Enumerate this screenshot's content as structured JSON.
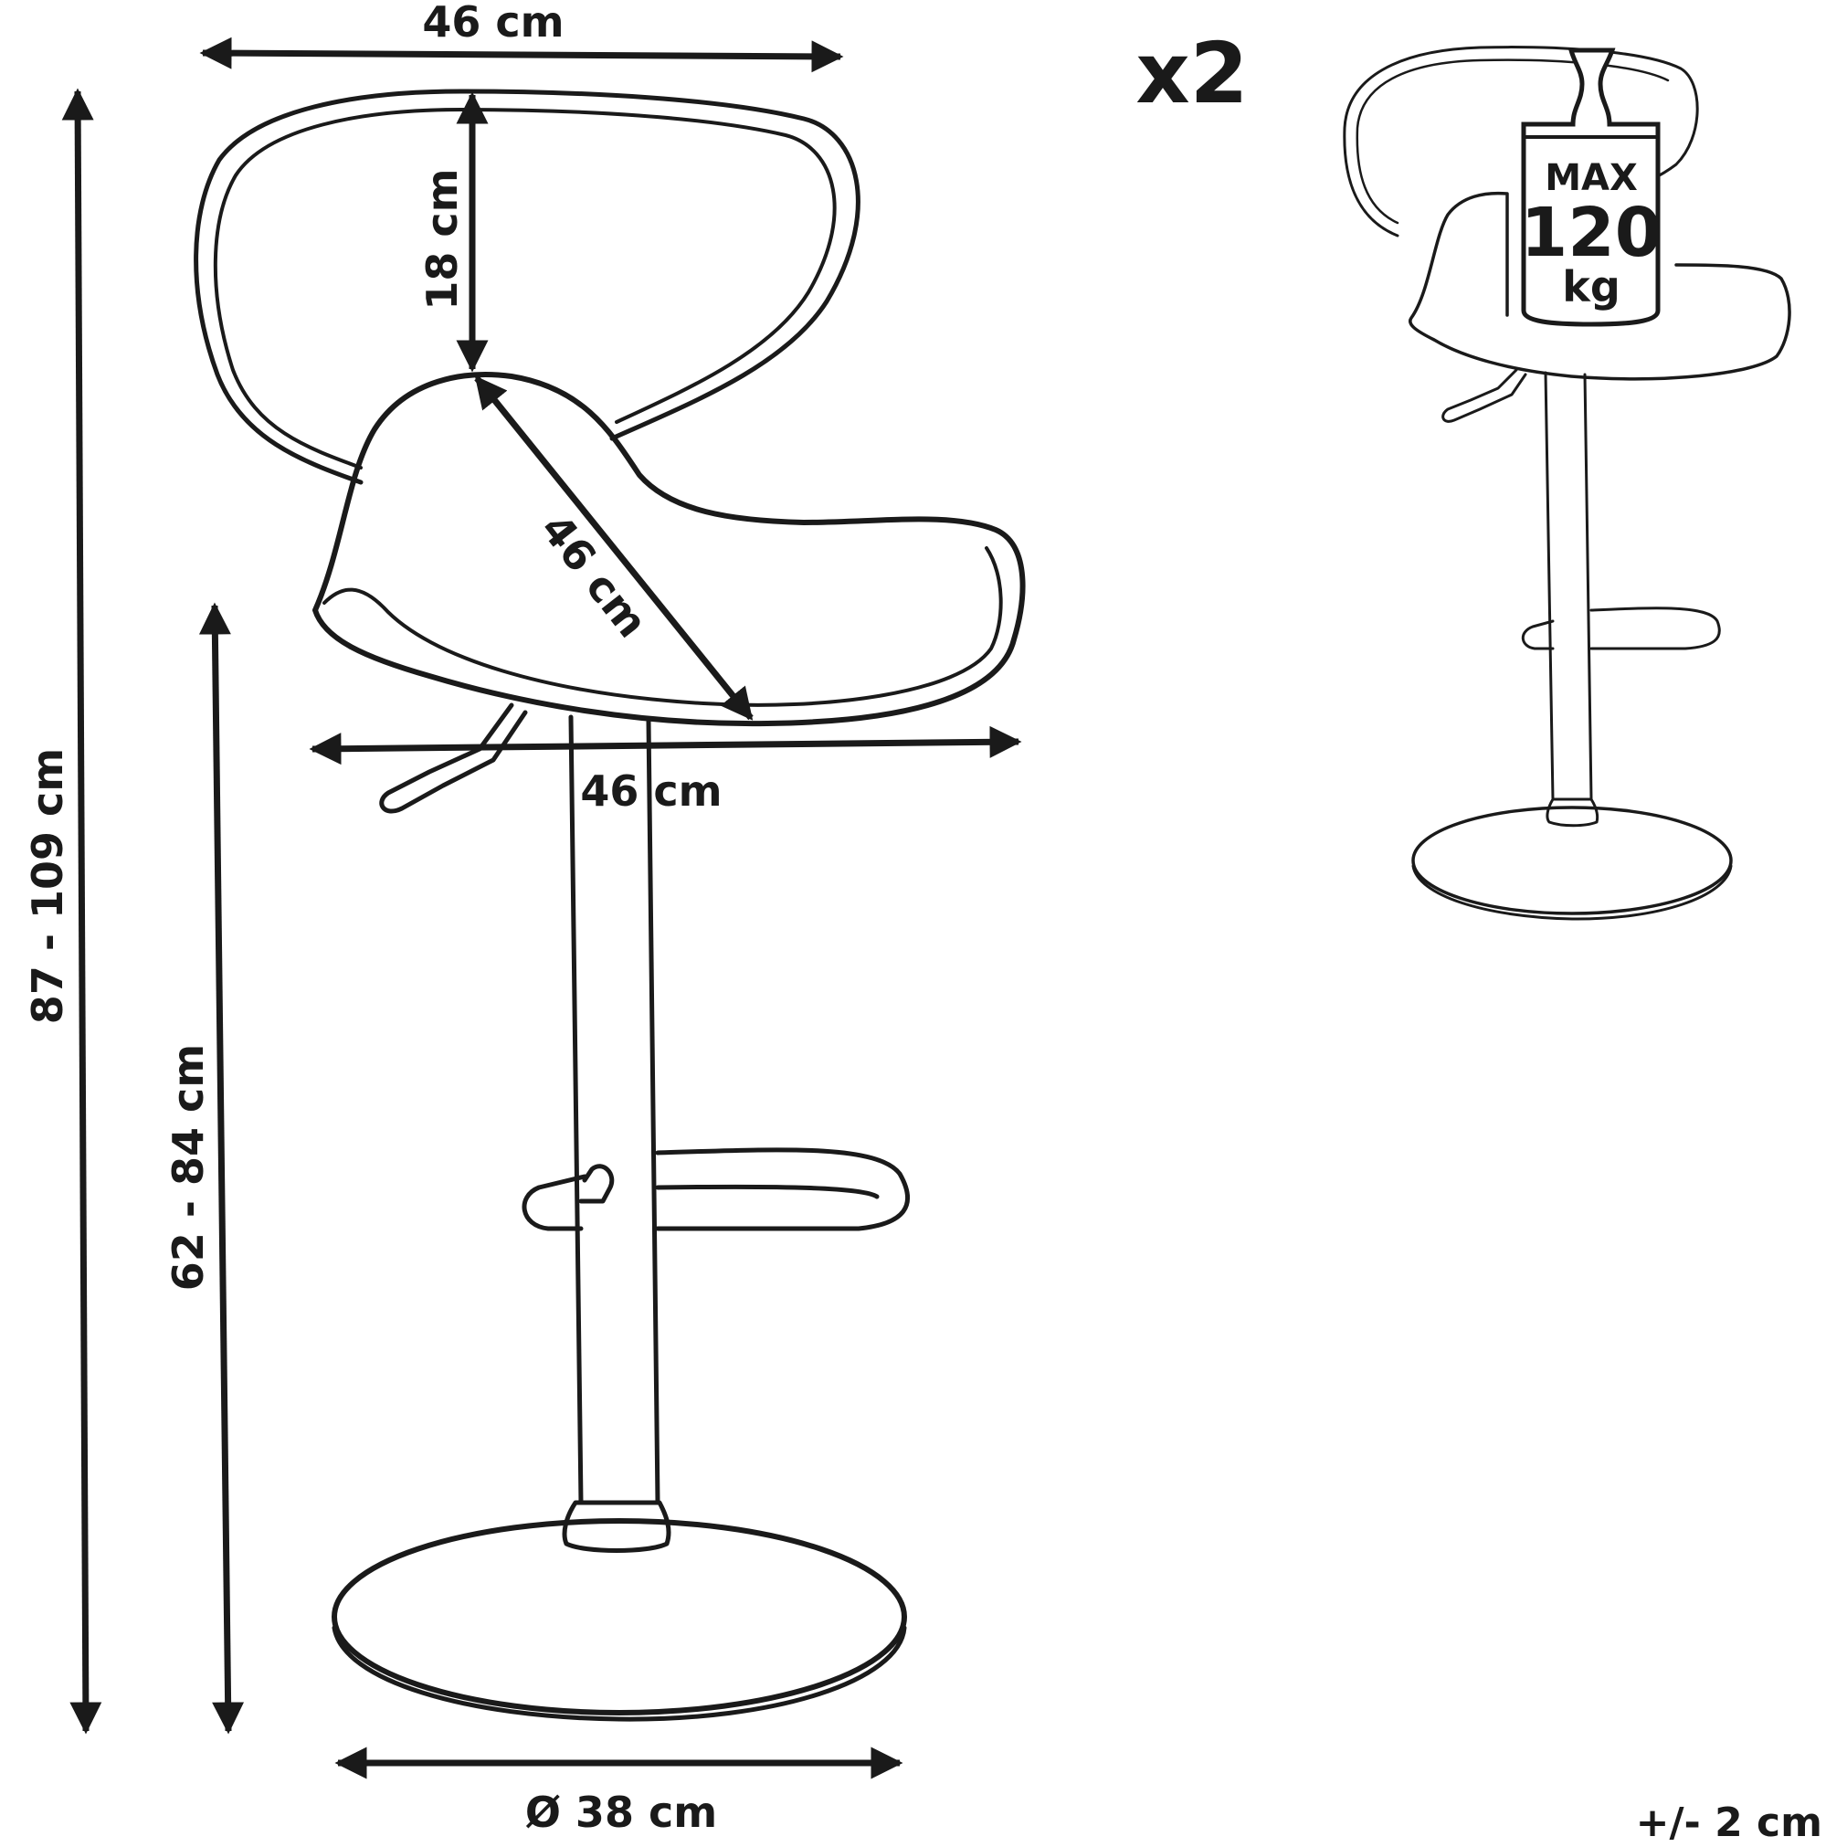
{
  "dimensions": {
    "backrest_width": "46 cm",
    "backrest_height": "18 cm",
    "seat_depth": "46 cm",
    "seat_width": "46 cm",
    "total_height": "87 - 109 cm",
    "seat_height": "62 - 84 cm",
    "base_diameter": "Ø 38 cm"
  },
  "quantity": "x2",
  "load": {
    "max": "MAX",
    "value": "120",
    "unit": "kg"
  },
  "tolerance": "+/- 2 cm",
  "colors": {
    "line": "#1a1a1a",
    "background": "#ffffff"
  }
}
